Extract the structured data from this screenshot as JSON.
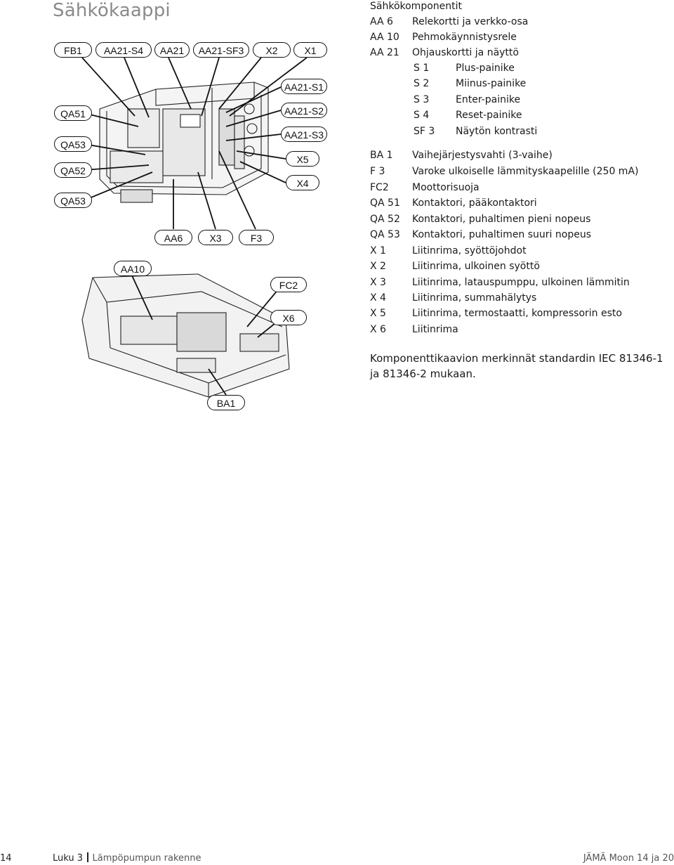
{
  "page": {
    "title": "Sähkökaappi"
  },
  "figure": {
    "labels": [
      "FB1",
      "AA21-S4",
      "AA21",
      "AA21-SF3",
      "X2",
      "X1",
      "AA21-S1",
      "AA21-S2",
      "AA21-S3",
      "X5",
      "X4",
      "QA51",
      "QA53",
      "QA52",
      "QA53",
      "AA6",
      "X3",
      "F3",
      "AA10",
      "FC2",
      "X6",
      "BA1"
    ]
  },
  "legend": {
    "heading": "Sähkökomponentit",
    "items": [
      {
        "code": "AA 6",
        "desc": "Relekortti ja verkko-osa"
      },
      {
        "code": "AA 10",
        "desc": "Pehmokäynnistysrele"
      },
      {
        "code": "AA 21",
        "desc": "Ohjauskortti ja näyttö"
      },
      {
        "code": "S 1",
        "desc": "Plus-painike"
      },
      {
        "code": "S 2",
        "desc": "Miinus-painike"
      },
      {
        "code": "S 3",
        "desc": "Enter-painike"
      },
      {
        "code": "S 4",
        "desc": "Reset-painike"
      },
      {
        "code": "SF 3",
        "desc": "Näytön kontrasti"
      },
      {
        "code": "BA 1",
        "desc": "Vaihejärjestysvahti (3-vaihe)"
      },
      {
        "code": "F 3",
        "desc": "Varoke ulkoiselle lämmityskaapelille (250 mA)"
      },
      {
        "code": "FC2",
        "desc": "Moottorisuoja"
      },
      {
        "code": "QA 51",
        "desc": "Kontaktori, pääkontaktori"
      },
      {
        "code": "QA 52",
        "desc": "Kontaktori, puhaltimen pieni nopeus"
      },
      {
        "code": "QA 53",
        "desc": "Kontaktori, puhaltimen suuri nopeus"
      },
      {
        "code": "X 1",
        "desc": "Liitinrima, syöttöjohdot"
      },
      {
        "code": "X 2",
        "desc": "Liitinrima, ulkoinen syöttö"
      },
      {
        "code": "X 3",
        "desc": "Liitinrima, latauspumppu, ulkoinen lämmitin"
      },
      {
        "code": "X 4",
        "desc": "Liitinrima, summahälytys"
      },
      {
        "code": "X 5",
        "desc": "Liitinrima, termostaatti, kompressorin esto"
      },
      {
        "code": "X 6",
        "desc": "Liitinrima"
      }
    ],
    "note": "Komponenttikaavion merkinnät standardin IEC 81346-1 ja 81346-2 mukaan."
  },
  "footer": {
    "page_number": "14",
    "chapter": "Luku 3",
    "chapter_title": "Lämpöpumpun rakenne",
    "product": "JÄMÄ Moon 14 ja 20"
  }
}
